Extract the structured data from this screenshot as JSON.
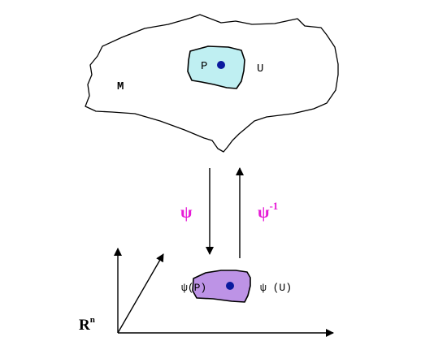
{
  "manifold": {
    "label": "M",
    "point_label": "P",
    "neighborhood_label": "U"
  },
  "chart_map": {
    "forward_label": "ψ",
    "inverse_base": "ψ",
    "inverse_exponent": "-1"
  },
  "euclidean": {
    "space_base": "R",
    "space_exponent": "n",
    "image_point_label": "ψ(P)",
    "image_region_label": "ψ (U)"
  },
  "colors": {
    "manifold_outline": "#000000",
    "neighborhood_fill": "#bfeff2",
    "image_fill": "#bd93e6",
    "point": "#0a1a9e",
    "map_label": "#e619d6",
    "arrow": "#000000"
  }
}
